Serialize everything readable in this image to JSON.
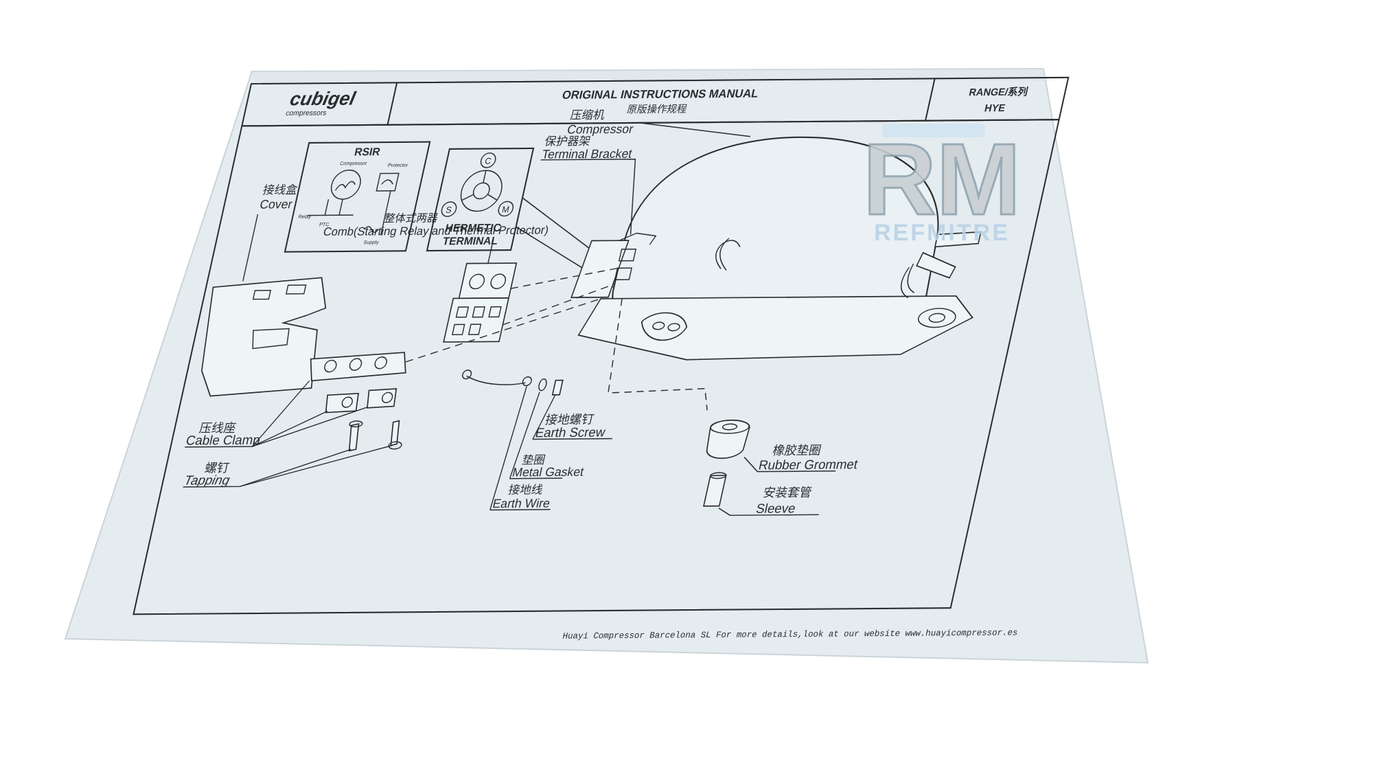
{
  "header": {
    "logo": "cubigel",
    "logo_sub": "compressors",
    "title_en": "ORIGINAL INSTRUCTIONS MANUAL",
    "title_cn": "原版操作规程",
    "range_label": "RANGE/系列",
    "range_value": "HYE"
  },
  "watermark": {
    "mark": "RM",
    "brand": "REFMITRE"
  },
  "schematic": {
    "title": "RSIR",
    "compressor": "Compressor",
    "protector": "Protector",
    "relay": "Relay",
    "ptc": "PTC",
    "supply": "Supply"
  },
  "terminal": {
    "pins": [
      "C",
      "S",
      "M"
    ],
    "label_line1": "HERMETIC",
    "label_line2": "TERMINAL"
  },
  "labels": {
    "compressor_cn": "压缩机",
    "compressor_en": "Compressor",
    "bracket_cn": "保护器架",
    "bracket_en": "Terminal Bracket",
    "cover_cn": "接线盒",
    "cover_en": "Cover",
    "comb_cn": "整体式两器",
    "comb_en": "Comb(Starting Relay and Thermal Protector)",
    "cable_cn": "压线座",
    "cable_en": "Cable Clamp",
    "tapping_cn": "螺钉",
    "tapping_en": "Tapping",
    "earth_screw_cn": "接地螺钉",
    "earth_screw_en": "Earth Screw",
    "gasket_cn": "垫圈",
    "gasket_en": "Metal Gasket",
    "earth_wire_cn": "接地线",
    "earth_wire_en": "Earth Wire",
    "grommet_cn": "橡胶垫圈",
    "grommet_en": "Rubber Grommet",
    "sleeve_cn": "安装套管",
    "sleeve_en": "Sleeve"
  },
  "footer": "Huayi Compressor Barcelona SL  For more details,look at our website www.huayicompressor.es"
}
